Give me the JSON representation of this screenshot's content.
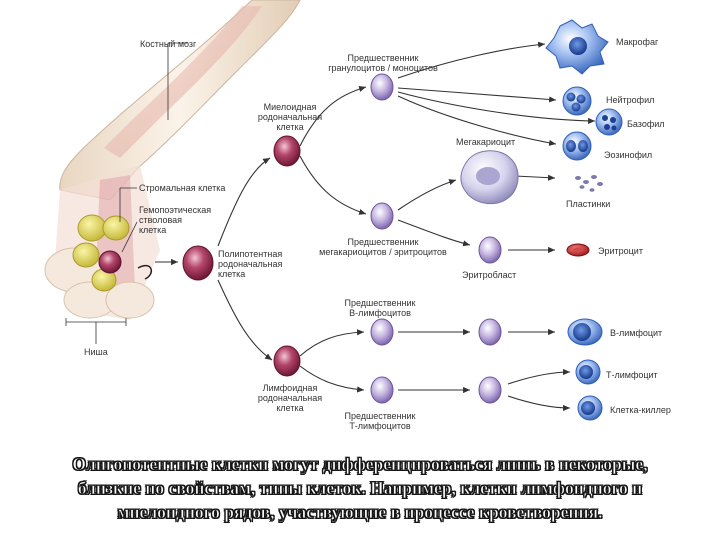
{
  "labels": {
    "bone_marrow": "Костный мозг",
    "stromal_cell": "Стромальная клетка",
    "hematopoietic_stem_cell": "Гемопоэтическая\nстволовая\nклетка",
    "niche": "Ниша",
    "pluripotent_progenitor": "Полипотентная\nродоначальная\nклетка",
    "myeloid_progenitor": "Миелоидная\nродоначальная\nклетка",
    "lymphoid_progenitor": "Лимфоидная\nродоначальная\nклетка",
    "granulocyte_monocyte_precursor": "Предшественник\nгранулоцитов / моноцитов",
    "megakaryocyte_erythrocyte_precursor": "Предшественник\nмегакариоцитов / эритроцитов",
    "b_precursor": "Предшественник\nB-лимфоцитов",
    "t_precursor": "Предшественник\nТ-лимфоцитов",
    "macrophage": "Макрофаг",
    "neutrophil": "Нейтрофил",
    "basophil": "Базофил",
    "eosinophil": "Эозинофил",
    "megakaryocyte": "Мегакариоцит",
    "platelets": "Пластинки",
    "erythroblast": "Эритробласт",
    "erythrocyte": "Эритроцит",
    "b_lymphocyte": "В-лимфоцит",
    "t_lymphocyte": "Т-лимфоцит",
    "killer_cell": "Клетка-киллер"
  },
  "caption": {
    "line1": "Олигопотентные клетки могут дифференцироваться лишь в некоторые,",
    "line2": "близкие по свойствам, типы клеток. Например, клетки лимфоидного и",
    "line3": "миелоидного рядов, участвующие в процессе кроветворения."
  },
  "colors": {
    "progenitor": "#9b2d4e",
    "precursor": "#b3a0d0",
    "lymphocyte": "#3d6fc9",
    "erythrocyte": "#c0262d",
    "bone": "#f1e6d7",
    "marrow": "#c77b78"
  }
}
